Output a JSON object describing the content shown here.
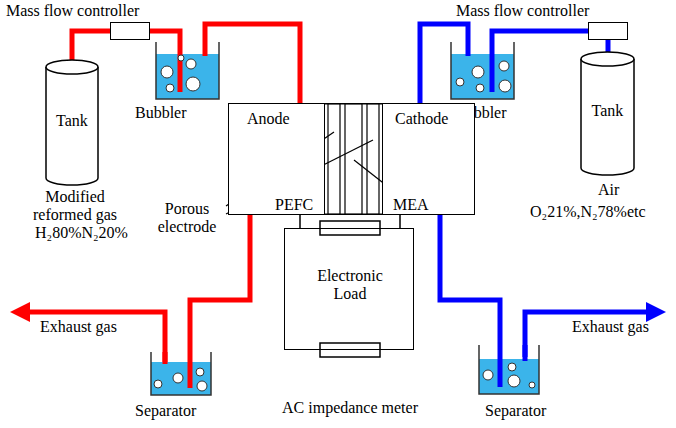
{
  "diagram": {
    "nodes": [
      {
        "text": [
          "Mass flow controller"
        ]
      },
      {
        "text": [
          "Bubbler"
        ]
      },
      {
        "text": [
          "Mass flow controller"
        ]
      },
      {
        "text": [
          "Bubbler"
        ]
      },
      {
        "text": [
          "Tank"
        ]
      },
      {
        "text": [
          "Anode",
          "PEFC"
        ]
      },
      {
        "text": [
          "Cathode",
          "MEA"
        ]
      },
      {
        "text": [
          "Tank"
        ]
      },
      {
        "text": [
          "Electronic Load",
          "AC impedance meter"
        ]
      },
      {
        "text": [
          "Separator"
        ]
      },
      {
        "text": [
          "Separator"
        ]
      }
    ],
    "edges": [
      {
        "from": 4,
        "to": 0,
        "arrow": "none"
      },
      {
        "from": 0,
        "to": 1,
        "arrow": "none"
      },
      {
        "from": 1,
        "to": 5,
        "arrow": "none"
      },
      {
        "from": 5,
        "to": 9,
        "arrow": "none"
      },
      {
        "from": 7,
        "to": 2,
        "arrow": "none"
      },
      {
        "from": 2,
        "to": 3,
        "arrow": "none"
      },
      {
        "from": 3,
        "to": 6,
        "arrow": "none"
      },
      {
        "from": 6,
        "to": 10,
        "arrow": "none"
      },
      {
        "from": 5,
        "to": 8,
        "arrow": "none"
      },
      {
        "from": 6,
        "to": 8,
        "arrow": "none"
      }
    ],
    "labels": [
      "Modified reformed gas",
      "H₂80%N₂20%",
      "Air",
      "O₂21%,N₂78%etc",
      "Porous electrode",
      "Exhaust gas",
      "Exhaust gas"
    ]
  }
}
